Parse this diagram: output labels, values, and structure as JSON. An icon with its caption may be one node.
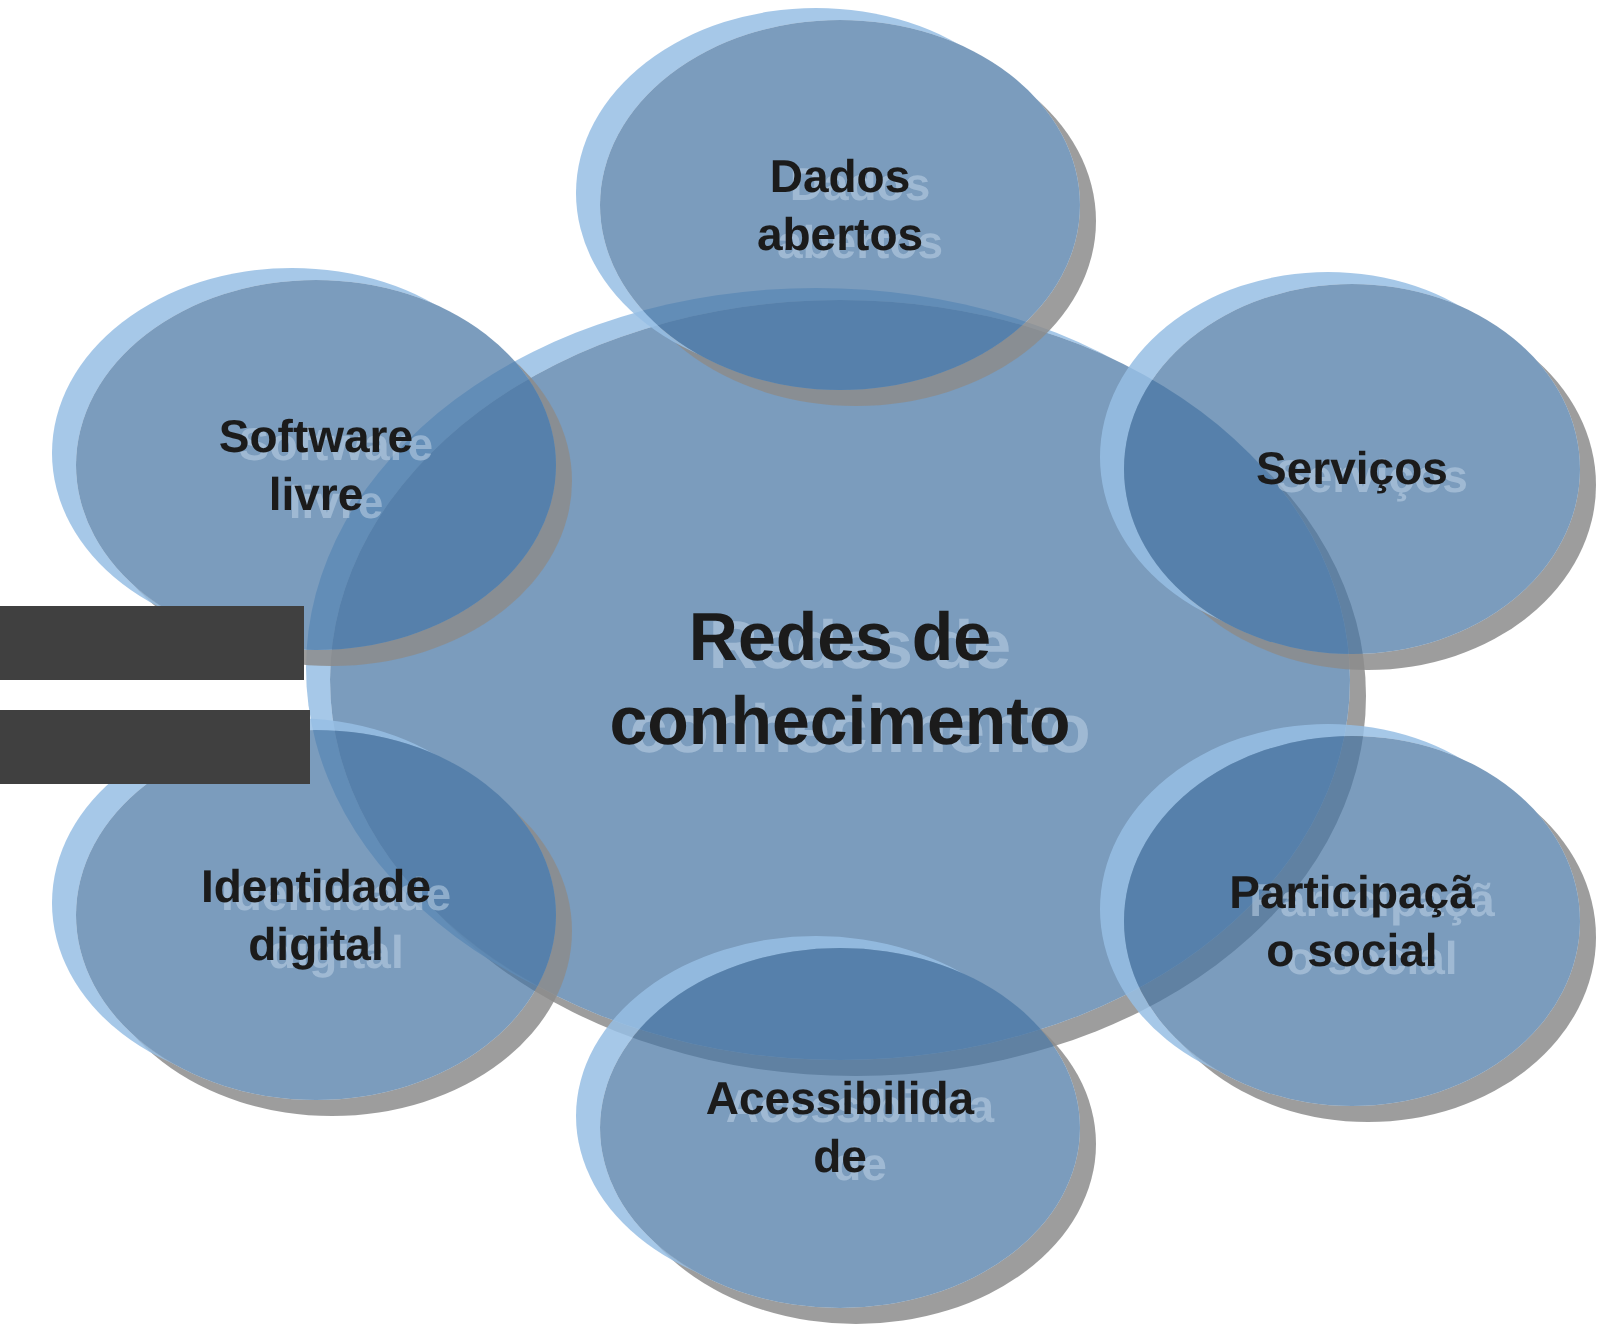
{
  "diagram": {
    "nodes": [
      {
        "text": [
          "Redes de conhecimento"
        ]
      },
      {
        "text": [
          "Dados abertos"
        ]
      },
      {
        "text": [
          "Serviços"
        ]
      },
      {
        "text": [
          "Participaçã o social"
        ]
      },
      {
        "text": [
          "Acessibilida de"
        ]
      },
      {
        "text": [
          "Identidade digital"
        ]
      },
      {
        "text": [
          "Software livre"
        ]
      },
      {
        "text": [],
        "shape": "bar"
      },
      {
        "text": [],
        "shape": "bar"
      }
    ]
  }
}
